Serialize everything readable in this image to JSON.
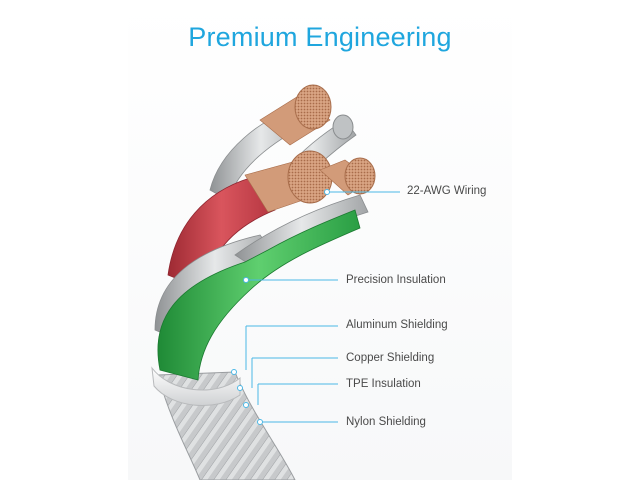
{
  "heading": "Premium Engineering",
  "callouts": [
    {
      "label": "22-AWG Wiring"
    },
    {
      "label": "Precision Insulation"
    },
    {
      "label": "Aluminum Shielding"
    },
    {
      "label": "Copper Shielding"
    },
    {
      "label": "TPE Insulation"
    },
    {
      "label": "Nylon Shielding"
    }
  ],
  "colors": {
    "title": "#1fa6de",
    "leader": "#4bb8e6",
    "red_insulation": "#c63c45",
    "green_insulation": "#3db453",
    "copper": "#c98f6b",
    "nylon": "#c9cbcd"
  }
}
